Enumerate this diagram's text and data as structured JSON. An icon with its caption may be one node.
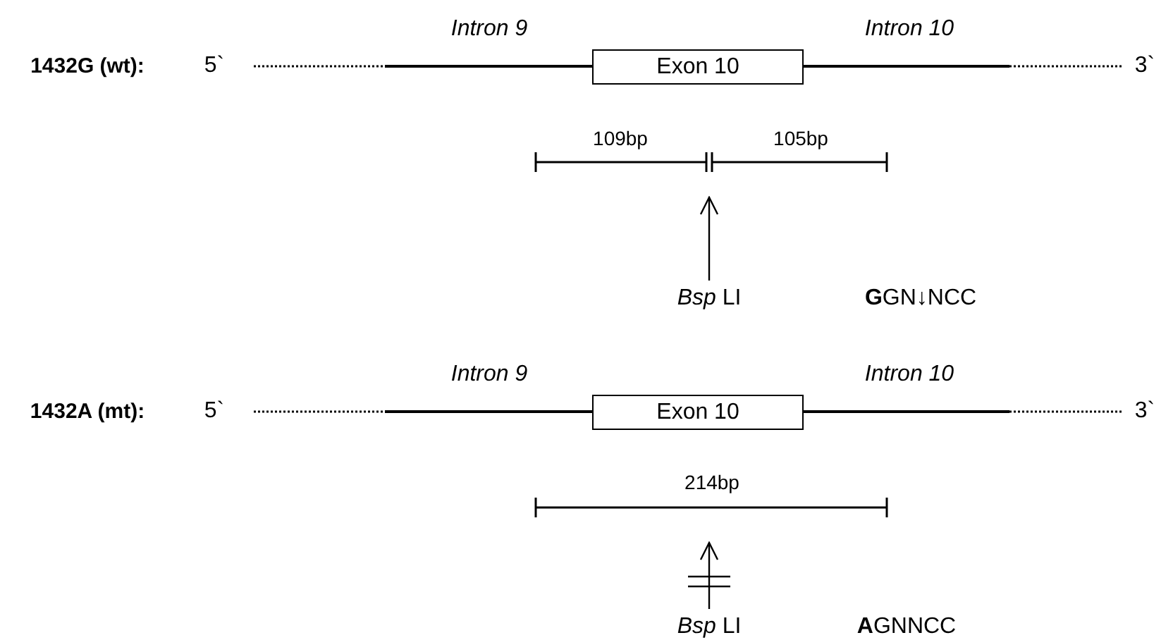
{
  "diagram": {
    "nodes": [
      {
        "text": [
          "Exon 10"
        ]
      },
      {
        "text": [
          "*Bsp* LI"
        ]
      },
      {
        "text": [
          "Exon 10"
        ]
      },
      {
        "text": [
          "*Bsp* LI"
        ]
      }
    ],
    "edges": [
      {
        "from": 1,
        "to": null,
        "arrow": "to"
      },
      {
        "from": 3,
        "to": null,
        "arrow": "to"
      }
    ],
    "labels": [
      "1432G (wt):",
      "5`",
      "Intron 9",
      "Intron 10",
      "3`",
      "109bp",
      "105bp",
      "**G**GN↓NCC",
      "1432A (mt):",
      "5`",
      "Intron 9",
      "Intron 10",
      "3`",
      "214bp",
      "**A**GNNCC"
    ]
  }
}
